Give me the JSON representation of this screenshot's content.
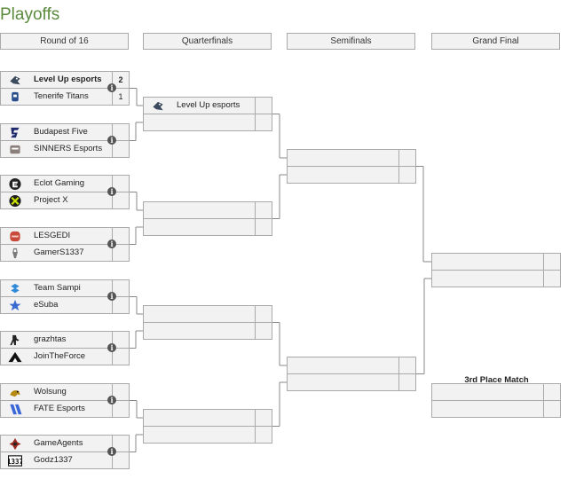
{
  "page_title": "Playoffs",
  "rounds": [
    "Round of 16",
    "Quarterfinals",
    "Semifinals",
    "Grand Final"
  ],
  "third_place_label": "3rd Place Match",
  "info_glyph": "i",
  "r16": [
    {
      "top": {
        "name": "Level Up esports",
        "score": "2",
        "winner": true,
        "logo": "bird-logo-icon"
      },
      "bottom": {
        "name": "Tenerife Titans",
        "score": "1",
        "winner": false,
        "logo": "titan-logo-icon"
      }
    },
    {
      "top": {
        "name": "Budapest Five",
        "score": "",
        "winner": false,
        "logo": "five-logo-icon"
      },
      "bottom": {
        "name": "SINNERS Esports",
        "score": "",
        "winner": false,
        "logo": "sinners-logo-icon"
      }
    },
    {
      "top": {
        "name": "Eclot Gaming",
        "score": "",
        "winner": false,
        "logo": "eclot-logo-icon"
      },
      "bottom": {
        "name": "Project X",
        "score": "",
        "winner": false,
        "logo": "projectx-logo-icon"
      }
    },
    {
      "top": {
        "name": "LESGEDI",
        "score": "",
        "winner": false,
        "logo": "lesgedi-logo-icon"
      },
      "bottom": {
        "name": "GamerS1337",
        "score": "",
        "winner": false,
        "logo": "gamers-logo-icon"
      }
    },
    {
      "top": {
        "name": "Team Sampi",
        "score": "",
        "winner": false,
        "logo": "sampi-logo-icon"
      },
      "bottom": {
        "name": "eSuba",
        "score": "",
        "winner": false,
        "logo": "star-logo-icon"
      }
    },
    {
      "top": {
        "name": "grazhtas",
        "score": "",
        "winner": false,
        "logo": "soldier-logo-icon"
      },
      "bottom": {
        "name": "JoinTheForce",
        "score": "",
        "winner": false,
        "logo": "force-logo-icon"
      }
    },
    {
      "top": {
        "name": "Wolsung",
        "score": "",
        "winner": false,
        "logo": "wolsung-logo-icon"
      },
      "bottom": {
        "name": "FATE Esports",
        "score": "",
        "winner": false,
        "logo": "fate-logo-icon"
      }
    },
    {
      "top": {
        "name": "GameAgents",
        "score": "",
        "winner": false,
        "logo": "gameagents-logo-icon"
      },
      "bottom": {
        "name": "Godz1337",
        "score": "",
        "winner": false,
        "logo": "godz-logo-icon"
      }
    }
  ],
  "qf": [
    {
      "top": {
        "name": "Level Up esports",
        "score": "",
        "winner": false,
        "logo": "bird-logo-icon"
      },
      "bottom": {
        "name": "",
        "score": "",
        "winner": false,
        "logo": ""
      }
    },
    {
      "top": {
        "name": "",
        "score": "",
        "winner": false,
        "logo": ""
      },
      "bottom": {
        "name": "",
        "score": "",
        "winner": false,
        "logo": ""
      }
    },
    {
      "top": {
        "name": "",
        "score": "",
        "winner": false,
        "logo": ""
      },
      "bottom": {
        "name": "",
        "score": "",
        "winner": false,
        "logo": ""
      }
    },
    {
      "top": {
        "name": "",
        "score": "",
        "winner": false,
        "logo": ""
      },
      "bottom": {
        "name": "",
        "score": "",
        "winner": false,
        "logo": ""
      }
    }
  ],
  "sf": [
    {
      "top": {
        "name": "",
        "score": "",
        "winner": false,
        "logo": ""
      },
      "bottom": {
        "name": "",
        "score": "",
        "winner": false,
        "logo": ""
      }
    },
    {
      "top": {
        "name": "",
        "score": "",
        "winner": false,
        "logo": ""
      },
      "bottom": {
        "name": "",
        "score": "",
        "winner": false,
        "logo": ""
      }
    }
  ],
  "final": [
    {
      "top": {
        "name": "",
        "score": "",
        "winner": false,
        "logo": ""
      },
      "bottom": {
        "name": "",
        "score": "",
        "winner": false,
        "logo": ""
      }
    }
  ],
  "third_place": [
    {
      "top": {
        "name": "",
        "score": "",
        "winner": false,
        "logo": ""
      },
      "bottom": {
        "name": "",
        "score": "",
        "winner": false,
        "logo": ""
      }
    }
  ]
}
